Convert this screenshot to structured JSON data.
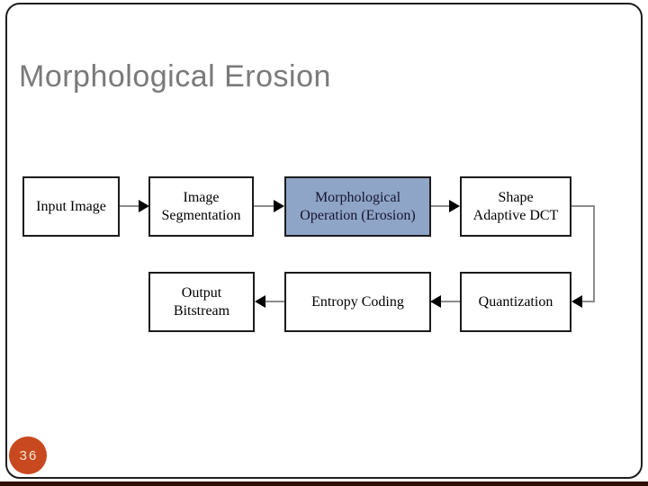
{
  "slide": {
    "title": "Morphological Erosion",
    "page_number": "36"
  },
  "diagram": {
    "boxes": [
      {
        "name": "input-image",
        "lines": [
          "Input Image"
        ],
        "highlighted": false
      },
      {
        "name": "image-segmentation",
        "lines": [
          "Image",
          "Segmentation"
        ],
        "highlighted": false
      },
      {
        "name": "morphological-operation",
        "lines": [
          "Morphological",
          "Operation (Erosion)"
        ],
        "highlighted": true
      },
      {
        "name": "shape-adaptive-dct",
        "lines": [
          "Shape",
          "Adaptive DCT"
        ],
        "highlighted": false
      },
      {
        "name": "output-bitstream",
        "lines": [
          "Output",
          "Bitstream"
        ],
        "highlighted": false
      },
      {
        "name": "entropy-coding",
        "lines": [
          "Entropy Coding"
        ],
        "highlighted": false
      },
      {
        "name": "quantization",
        "lines": [
          "Quantization"
        ],
        "highlighted": false
      }
    ],
    "arrows": [
      {
        "from": "input-image",
        "to": "image-segmentation"
      },
      {
        "from": "image-segmentation",
        "to": "morphological-operation"
      },
      {
        "from": "morphological-operation",
        "to": "shape-adaptive-dct"
      },
      {
        "from": "shape-adaptive-dct",
        "to": "quantization"
      },
      {
        "from": "quantization",
        "to": "entropy-coding"
      },
      {
        "from": "entropy-coding",
        "to": "output-bitstream"
      }
    ]
  },
  "colors": {
    "highlight_box_fill": "#8FA5C7",
    "page_badge_fill": "#C8491F",
    "page_badge_text": "#F6E9D6",
    "title_text": "#7A7A7A",
    "connector_line": "#8C8C8C",
    "arrowhead": "#000000",
    "bottom_bar": "#2E0E06",
    "frame_border": "#1E1E1E"
  }
}
